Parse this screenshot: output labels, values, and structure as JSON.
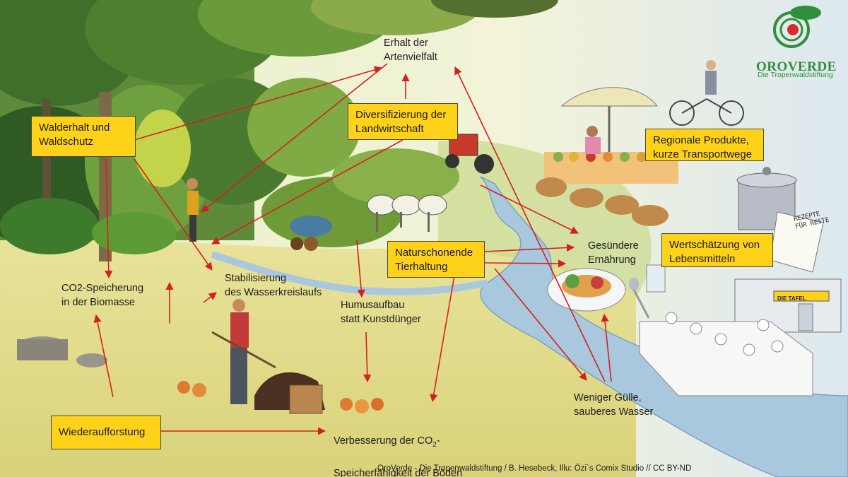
{
  "labels": {
    "walderhalt": "Walderhalt und\nWaldschutz",
    "artenvielfalt": "Erhalt der\nArtenvielfalt",
    "diversifizierung": "Diversifizierung der\nLandwirtschaft",
    "regionale_produkte": "Regionale Produkte,\nkurze Transportwege",
    "wertschaetzung": "Wertschätzung von\nLebensmitteln",
    "gesuendere_ernaehrung": "Gesündere\nErnährung",
    "naturschonende_tierhaltung": "Naturschonende\nTierhaltung",
    "stabilisierung": "Stabilisierung\ndes Wasserkreislaufs",
    "co2_biomasse": "CO2-Speicherung\nin der Biomasse",
    "humusaufbau": "Humusaufbau\nstatt Kunstdünger",
    "weniger_guelle": "Weniger Gülle,\nsauberes Wasser",
    "wiederaufforstung": "Wiederaufforstung",
    "verbesserung_co2_a": "Verbesserung der CO",
    "verbesserung_co2_sub": "2",
    "verbesserung_co2_b": "-",
    "verbesserung_co2_line2": "Speicherfähigkeit der Böden"
  },
  "logo": {
    "title": "OROVERDE",
    "subtitle": "Die Tropenwaldstiftung"
  },
  "illustration_text": {
    "tafel_sign": "DIE TAFEL",
    "rezepte_note": "REZEPTE FÜR RESTE"
  },
  "credit": "OroVerde - Die Tropenwaldstiftung / B. Hesebeck, Illu: Özi`s Comix Studio // CC BY-ND",
  "colors": {
    "label_box": "#ffd21a",
    "arrow": "#d42020",
    "logo_green": "#2f8f3a",
    "logo_red": "#d82a2a"
  }
}
